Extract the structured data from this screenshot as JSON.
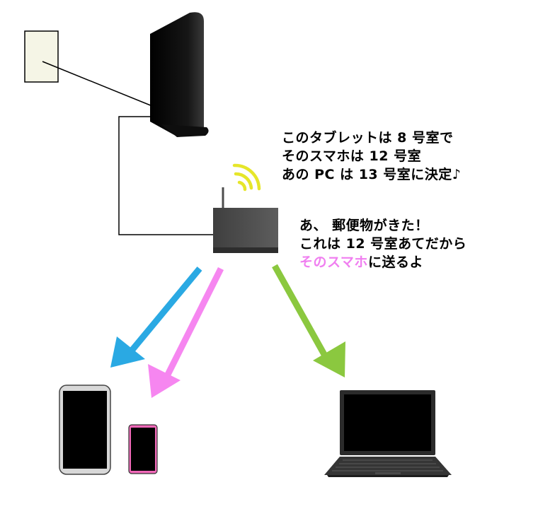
{
  "colors": {
    "tablet_arrow": "#2aa9e3",
    "phone_arrow": "#f686f0",
    "laptop_arrow": "#8bc83f",
    "wifi_signal": "#e6e62a",
    "smartphone_frame": "#f068b8",
    "highlight_text": "#f07ff0"
  },
  "caption_assignments": {
    "line1": "このタブレットは 8 号室で",
    "line2": "そのスマホは 12 号室",
    "line3": "あの PC は 13 号室に決定♪"
  },
  "caption_delivery": {
    "line1": "あ、 郵便物がきた！",
    "line2": "これは 12 号室あてだから",
    "line3_highlight": "そのスマホ",
    "line3_rest": "に送るよ"
  }
}
